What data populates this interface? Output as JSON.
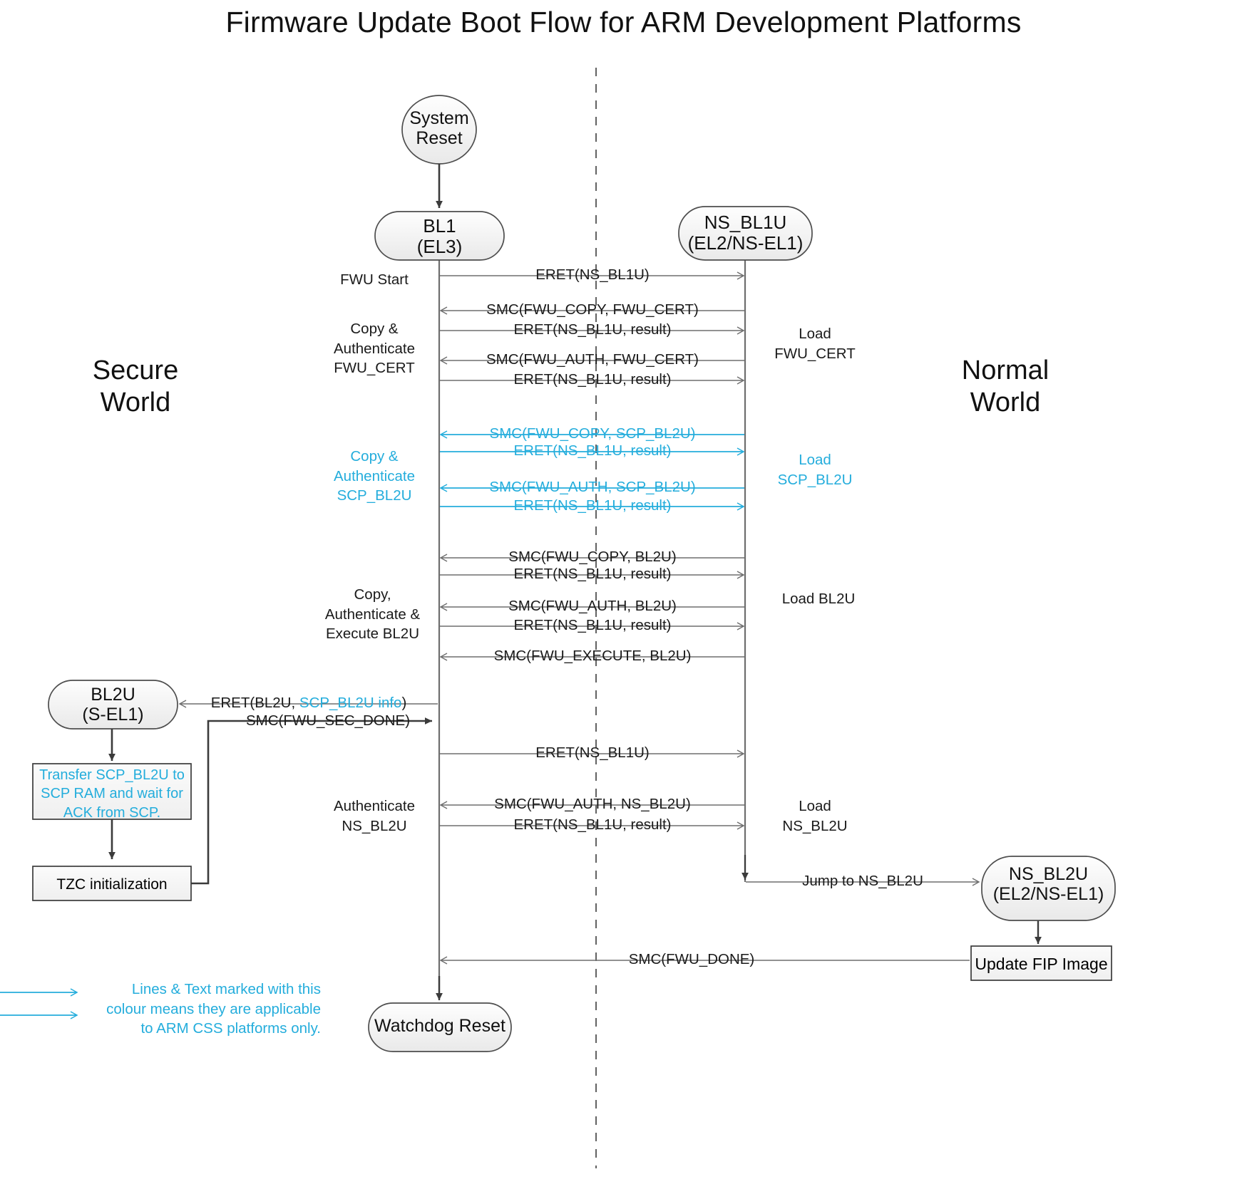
{
  "title": "Firmware Update Boot Flow for ARM Development Platforms",
  "worlds": {
    "secure": "Secure\nWorld",
    "secure_line1": "Secure",
    "secure_line2": "World",
    "normal_line1": "Normal",
    "normal_line2": "World"
  },
  "colors": {
    "css_cyan": "#24addc",
    "line_black": "#3b3b3b",
    "line_grey": "#6e6e6e",
    "node_fill_top": "#fefefe",
    "node_fill_bottom": "#ededed",
    "node_stroke": "#4d4d4d",
    "text": "#111111"
  },
  "nodes": {
    "system_reset": {
      "line1": "System",
      "line2": "Reset",
      "shape": "ellipse"
    },
    "bl1": {
      "line1": "BL1",
      "line2": "(EL3)",
      "shape": "rounded-rect"
    },
    "ns_bl1u": {
      "line1": "NS_BL1U",
      "line2": "(EL2/NS-EL1)",
      "shape": "rounded-rect"
    },
    "bl2u": {
      "line1": "BL2U",
      "line2": "(S-EL1)",
      "shape": "rounded-rect"
    },
    "ns_bl2u": {
      "line1": "NS_BL2U",
      "line2": "(EL2/NS-EL1)",
      "shape": "rounded-rect"
    },
    "watchdog": {
      "line1": "Watchdog Reset",
      "line2": "",
      "shape": "rounded-rect"
    },
    "transfer_box": {
      "line1": "Transfer SCP_BL2U to",
      "line2": "SCP RAM and wait for",
      "line3": "ACK from SCP.",
      "shape": "rect",
      "cyan": true
    },
    "tzc_box": {
      "line1": "TZC initialization",
      "line2": "",
      "shape": "rect",
      "cyan": false
    },
    "update_fip": {
      "line1": "Update FIP Image",
      "line2": "",
      "shape": "rect",
      "cyan": false
    }
  },
  "messages": [
    {
      "id": "m1",
      "text": "ERET(NS_BL1U)",
      "dir": "right",
      "cyan": false
    },
    {
      "id": "m2",
      "text": "SMC(FWU_COPY, FWU_CERT)",
      "dir": "left",
      "cyan": false
    },
    {
      "id": "m3",
      "text": "ERET(NS_BL1U, result)",
      "dir": "right",
      "cyan": false
    },
    {
      "id": "m4",
      "text": "SMC(FWU_AUTH, FWU_CERT)",
      "dir": "left",
      "cyan": false
    },
    {
      "id": "m5",
      "text": "ERET(NS_BL1U, result)",
      "dir": "right",
      "cyan": false
    },
    {
      "id": "m6",
      "text": "SMC(FWU_COPY, SCP_BL2U)",
      "dir": "left",
      "cyan": true
    },
    {
      "id": "m7",
      "text": "ERET(NS_BL1U, result)",
      "dir": "right",
      "cyan": true
    },
    {
      "id": "m8",
      "text": "SMC(FWU_AUTH, SCP_BL2U)",
      "dir": "left",
      "cyan": true
    },
    {
      "id": "m9",
      "text": "ERET(NS_BL1U, result)",
      "dir": "right",
      "cyan": true
    },
    {
      "id": "m10",
      "text": "SMC(FWU_COPY, BL2U)",
      "dir": "left",
      "cyan": false
    },
    {
      "id": "m11",
      "text": "ERET(NS_BL1U, result)",
      "dir": "right",
      "cyan": false
    },
    {
      "id": "m12",
      "text": "SMC(FWU_AUTH, BL2U)",
      "dir": "left",
      "cyan": false
    },
    {
      "id": "m13",
      "text": "ERET(NS_BL1U, result)",
      "dir": "right",
      "cyan": false
    },
    {
      "id": "m14",
      "text": "SMC(FWU_EXECUTE, BL2U)",
      "dir": "left",
      "cyan": false
    },
    {
      "id": "m15a",
      "text": "ERET(BL2U, ",
      "text_cyan": "SCP_BL2U info",
      "text_tail": ")",
      "dir": "left",
      "cyan": false
    },
    {
      "id": "m16",
      "text": "SMC(FWU_SEC_DONE)",
      "dir": "right",
      "cyan": false
    },
    {
      "id": "m17",
      "text": "ERET(NS_BL1U)",
      "dir": "right",
      "cyan": false
    },
    {
      "id": "m18",
      "text": "SMC(FWU_AUTH, NS_BL2U)",
      "dir": "left",
      "cyan": false
    },
    {
      "id": "m19",
      "text": "ERET(NS_BL1U, result)",
      "dir": "right",
      "cyan": false
    },
    {
      "id": "m20",
      "text": "Jump to NS_BL2U",
      "dir": "right",
      "cyan": false
    },
    {
      "id": "m21",
      "text": "SMC(FWU_DONE)",
      "dir": "left",
      "cyan": false
    }
  ],
  "side_labels": {
    "fwu_start": "FWU Start",
    "copy_auth_cert_l1": "Copy &",
    "copy_auth_cert_l2": "Authenticate",
    "copy_auth_cert_l3": "FWU_CERT",
    "load_fwu_cert_l1": "Load",
    "load_fwu_cert_l2": "FWU_CERT",
    "copy_auth_scp_l1": "Copy &",
    "copy_auth_scp_l2": "Authenticate",
    "copy_auth_scp_l3": "SCP_BL2U",
    "load_scp_l1": "Load",
    "load_scp_l2": "SCP_BL2U",
    "copy_auth_exec_l1": "Copy,",
    "copy_auth_exec_l2": "Authenticate &",
    "copy_auth_exec_l3": "Execute BL2U",
    "load_bl2u": "Load BL2U",
    "auth_nsbl2u_l1": "Authenticate",
    "auth_nsbl2u_l2": "NS_BL2U",
    "load_nsbl2u_l1": "Load",
    "load_nsbl2u_l2": "NS_BL2U"
  },
  "legend": {
    "line1": "Lines & Text marked with this",
    "line2": "colour means they are applicable",
    "line3": "to ARM CSS platforms only."
  }
}
